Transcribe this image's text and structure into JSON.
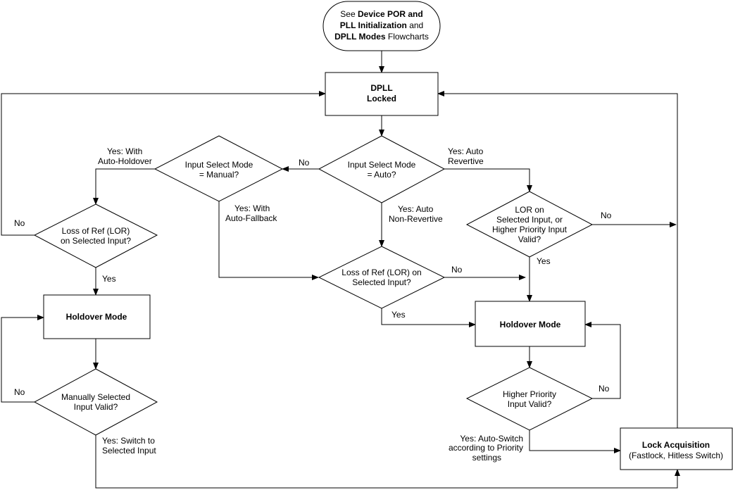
{
  "start_box": {
    "lines": [
      [
        {
          "t": "See ",
          "b": false
        },
        {
          "t": "Device POR and",
          "b": true
        }
      ],
      [
        {
          "t": "PLL Initialization",
          "b": true
        },
        {
          "t": " and",
          "b": false
        }
      ],
      [
        {
          "t": "DPLL Modes",
          "b": true
        },
        {
          "t": " Flowcharts",
          "b": false
        }
      ]
    ]
  },
  "dpll_locked": {
    "line1": "DPLL",
    "line2": "Locked"
  },
  "decision_auto": {
    "line1": "Input Select Mode",
    "line2": "= Auto?"
  },
  "decision_manual": {
    "line1": "Input Select Mode",
    "line2": "= Manual?"
  },
  "decision_lor_left": {
    "line1": "Loss of Ref (LOR)",
    "line2": "on Selected Input?"
  },
  "decision_lor_mid": {
    "line1": "Loss of Ref (LOR) on",
    "line2": "Selected Input?"
  },
  "decision_lor_right": {
    "line1": "LOR on",
    "line2": "Selected Input, or",
    "line3": "Higher Priority Input",
    "line4": "Valid?"
  },
  "holdover_left": {
    "label": "Holdover Mode"
  },
  "holdover_right": {
    "label": "Holdover Mode"
  },
  "decision_manual_valid": {
    "line1": "Manually Selected",
    "line2": "Input Valid?"
  },
  "decision_priority": {
    "line1": "Higher Priority",
    "line2": "Input Valid?"
  },
  "lock_acquisition": {
    "line1": "Lock Acquisition",
    "line2": "(Fastlock, Hitless Switch)"
  },
  "labels": {
    "yes_auto_holdover_1": "Yes: With",
    "yes_auto_holdover_2": "Auto-Holdover",
    "no_auto": "No",
    "yes_auto_revertive_1": "Yes: Auto",
    "yes_auto_revertive_2": "Revertive",
    "yes_auto_fallback_1": "Yes: With",
    "yes_auto_fallback_2": "Auto-Fallback",
    "yes_nonrevertive_1": "Yes: Auto",
    "yes_nonrevertive_2": "Non-Revertive",
    "no_lor_left": "No",
    "yes_lor_left": "Yes",
    "no_lor_right": "No",
    "yes_lor_right": "Yes",
    "no_lor_mid": "No",
    "yes_lor_mid": "Yes",
    "no_manual_valid": "No",
    "yes_switch_1": "Yes: Switch to",
    "yes_switch_2": "Selected Input",
    "no_priority": "No",
    "yes_autoswitch_1": "Yes: Auto-Switch",
    "yes_autoswitch_2": "according to Priority",
    "yes_autoswitch_3": "settings"
  }
}
